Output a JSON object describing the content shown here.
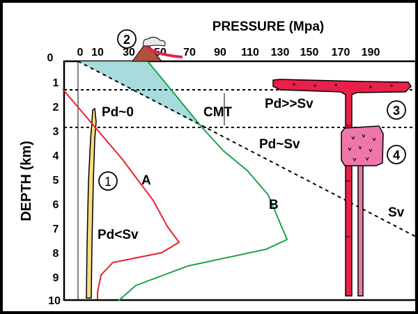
{
  "figure": {
    "x_axis_title": "PRESSURE (Mpa)",
    "y_axis_title": "DEPTH (km)",
    "x_ticks": [
      "0",
      "10",
      "30",
      "50",
      "70",
      "90",
      "110",
      "130",
      "150",
      "170",
      "190"
    ],
    "y_ticks": [
      "0",
      "1",
      "2",
      "3",
      "4",
      "5",
      "6",
      "7",
      "8",
      "9",
      "10"
    ]
  },
  "labels": {
    "pd_zero": "Pd~0",
    "pd_less": "Pd<Sv",
    "pd_much_greater": "Pd>>Sv",
    "pd_approx": "Pd~Sv",
    "cmt": "CMT",
    "curve_a": "A",
    "curve_b": "B",
    "sv": "Sv"
  },
  "markers": {
    "one": "1",
    "two": "2",
    "three": "3",
    "four": "4"
  },
  "colors": {
    "background": "#ffffff",
    "frame": "#000000",
    "curve_a": "#e8202a",
    "curve_b": "#1aa34a",
    "shaded_zone": "#9fd8d8",
    "magma": "#e8204a",
    "magma_chamber_4": "#ee77aa",
    "dike_1": "#f5dc80"
  }
}
